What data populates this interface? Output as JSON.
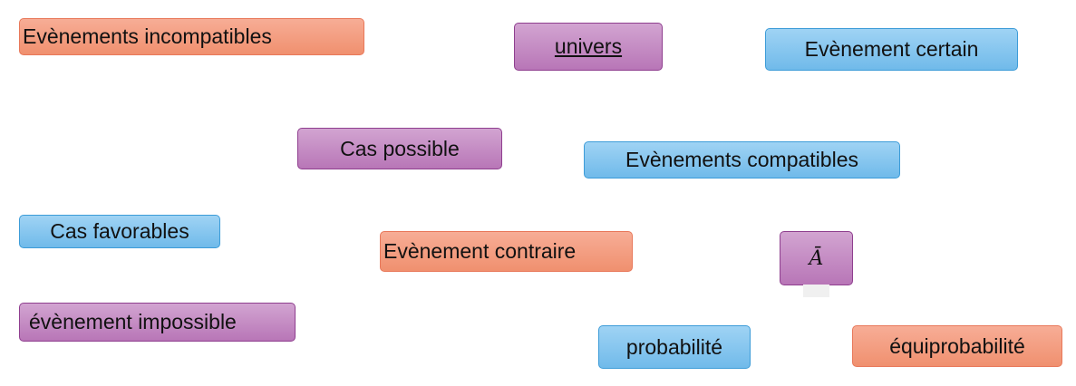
{
  "labels": {
    "evenements_incompatibles": "Evènements incompatibles",
    "univers": "univers",
    "evenement_certain": "Evènement certain",
    "cas_possible": "Cas possible",
    "evenements_compatibles": "Evènements compatibles",
    "cas_favorables": "Cas favorables",
    "evenement_contraire": "Evènement contraire",
    "a_barre": "Ā",
    "evenement_impossible": "évènement impossible",
    "probabilite": "probabilité",
    "equiprobabilite": "équiprobabilité"
  },
  "colors": {
    "orange": "#f0906f",
    "purple": "#b876b7",
    "blue": "#70baea"
  }
}
